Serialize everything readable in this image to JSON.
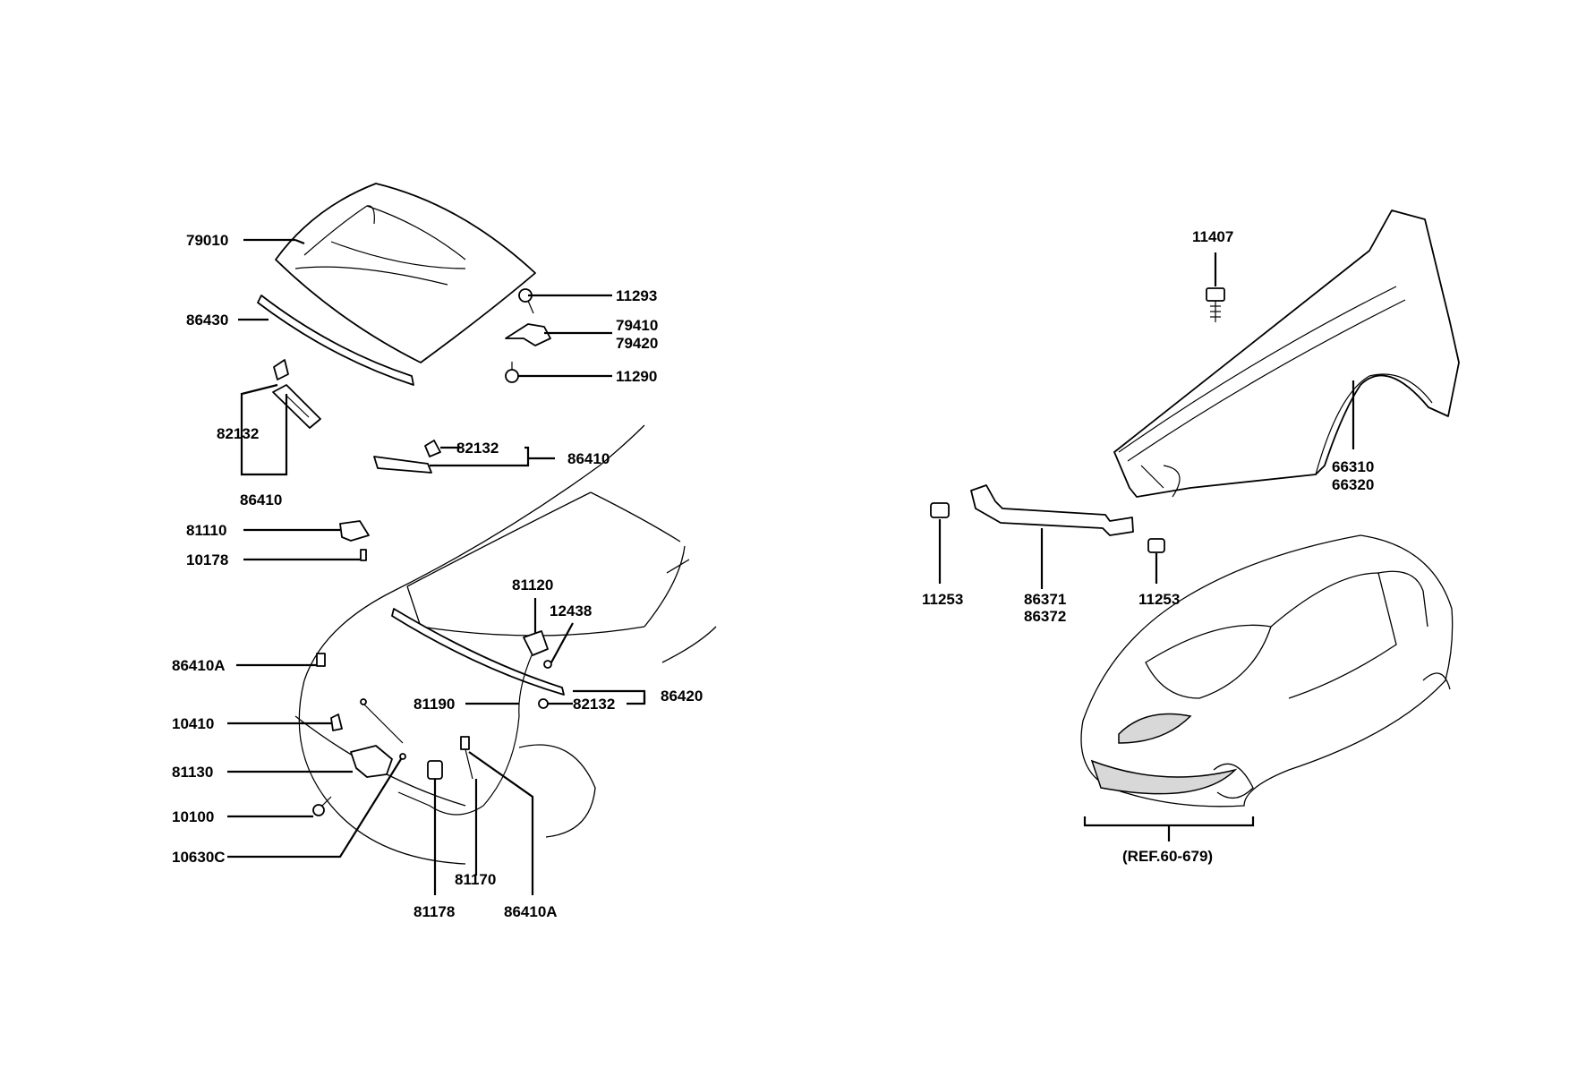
{
  "diagram": {
    "accent_color": "#000000",
    "background_color": "#ffffff",
    "labels": {
      "hood_panel": "79010",
      "hood_weatherstrip": "86430",
      "bolt_11293": "11293",
      "hinge_lh": "79410",
      "hinge_rh": "79420",
      "bolt_11290": "11290",
      "stay_clip_left": "82132",
      "stay_left": "86410",
      "stay_clip_right": "82132",
      "stay_right": "86410",
      "latch_11110": "81110",
      "screw_10178": "10178",
      "release_handle": "81120",
      "nut_12438": "12438",
      "clip_86410A_top": "86410A",
      "release_cable": "81190",
      "clip_82132_cowl": "82132",
      "cowl_seal": "86420",
      "screw_10410": "10410",
      "latch_assy": "81130",
      "bolt_10100": "10100",
      "screw_10630C": "10630C",
      "grommet_81170": "81170",
      "bumper_81178": "81178",
      "clip_86410A_bottom": "86410A",
      "bolt_11407": "11407",
      "fender_lh": "66310",
      "fender_rh": "66320",
      "bolt_11253_left": "11253",
      "bracket_lh": "86371",
      "bracket_rh": "86372",
      "bolt_11253_right": "11253",
      "reference": "(REF.60-679)"
    }
  }
}
